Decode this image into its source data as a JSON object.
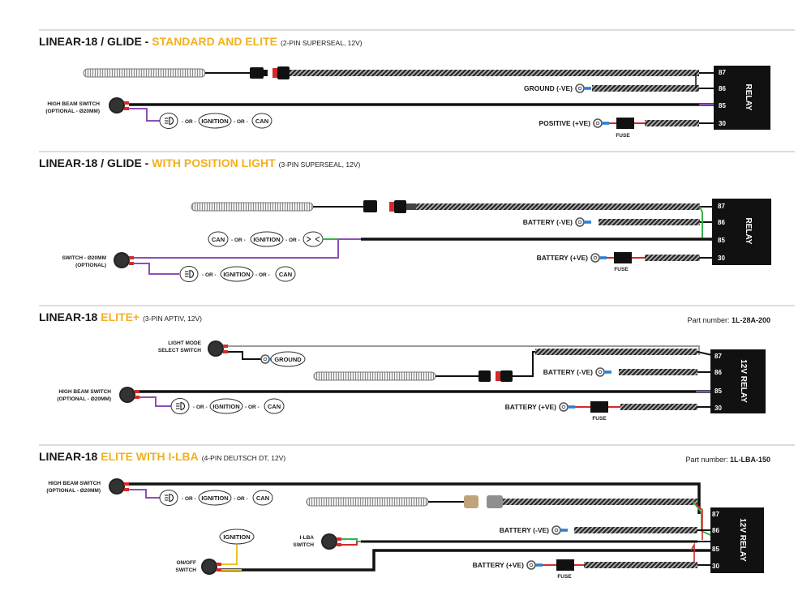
{
  "sections": [
    {
      "title_main": "LINEAR-18 / GLIDE - ",
      "title_accent": "STANDARD AND ELITE",
      "title_sub": "(2-PIN SUPERSEAL, 12V)",
      "part_label": "",
      "part_number": "",
      "relay_label": "RELAY",
      "pins": [
        "87",
        "86",
        "85",
        "30"
      ],
      "labels": {
        "ground": "GROUND (-VE)",
        "positive": "POSITIVE (+VE)",
        "fuse": "FUSE",
        "switch_line1": "HIGH BEAM SWITCH",
        "switch_line2": "(OPTIONAL - Ø20MM)"
      },
      "options": [
        "IGNITION",
        "CAN"
      ],
      "or_text": "- OR -"
    },
    {
      "title_main": "LINEAR-18 / GLIDE - ",
      "title_accent": "WITH POSITION LIGHT",
      "title_sub": "(3-PIN SUPERSEAL, 12V)",
      "part_label": "",
      "part_number": "",
      "relay_label": "RELAY",
      "pins": [
        "87",
        "86",
        "85",
        "30"
      ],
      "labels": {
        "ground": "BATTERY (-VE)",
        "positive": "BATTERY (+VE)",
        "fuse": "FUSE",
        "switch_line1": "SWITCH - Ø20MM",
        "switch_line2": "(OPTIONAL)"
      },
      "options": [
        "CAN",
        "IGNITION"
      ],
      "options_lower": [
        "IGNITION",
        "CAN"
      ],
      "or_text": "- OR -"
    },
    {
      "title_main": "LINEAR-18 ",
      "title_accent": "ELITE+",
      "title_sub": "(3-PIN APTIV, 12V)",
      "part_label": "Part number: ",
      "part_number": "1L-28A-200",
      "relay_label": "12V RELAY",
      "pins": [
        "87",
        "86",
        "85",
        "30"
      ],
      "labels": {
        "ground": "BATTERY (-VE)",
        "positive": "BATTERY (+VE)",
        "fuse": "FUSE",
        "mode_line1": "LIGHT MODE",
        "mode_line2": "SELECT SWITCH",
        "mode_ground": "GROUND",
        "switch_line1": "HIGH BEAM SWITCH",
        "switch_line2": "(OPTIONAL - Ø20MM)"
      },
      "options": [
        "IGNITION",
        "CAN"
      ],
      "or_text": "- OR -"
    },
    {
      "title_main": "LINEAR-18 ",
      "title_accent": "ELITE WITH I-LBA",
      "title_sub": "(4-PIN DEUTSCH DT, 12V)",
      "part_label": "Part number: ",
      "part_number": "1L-LBA-150",
      "relay_label": "12V RELAY",
      "pins": [
        "87",
        "86",
        "85",
        "30"
      ],
      "labels": {
        "ground": "BATTERY (-VE)",
        "positive": "BATTERY (+VE)",
        "fuse": "FUSE",
        "switch_line1": "HIGH BEAM SWITCH",
        "switch_line2": "(OPTIONAL - Ø20MM)",
        "ilba_line1": "I-LBA",
        "ilba_line2": "SWITCH",
        "onoff_line1": "ON/OFF",
        "onoff_line2": "SWITCH",
        "ignition": "IGNITION"
      },
      "options": [
        "IGNITION",
        "CAN"
      ],
      "or_text": "- OR -"
    }
  ],
  "colors": {
    "accent": "#f2b01e",
    "wire": "#111111",
    "purple": "#8e4fb5",
    "green": "#34b34a",
    "red": "#d42a2a",
    "yellow": "#f2c21e",
    "blue": "#2f7fd1",
    "grey": "#9a9a9a"
  },
  "icons": [
    "headlight-icon",
    "light-bar-icon",
    "connector-icon",
    "ring-terminal-icon",
    "fuse-icon",
    "switch-knob-icon"
  ]
}
